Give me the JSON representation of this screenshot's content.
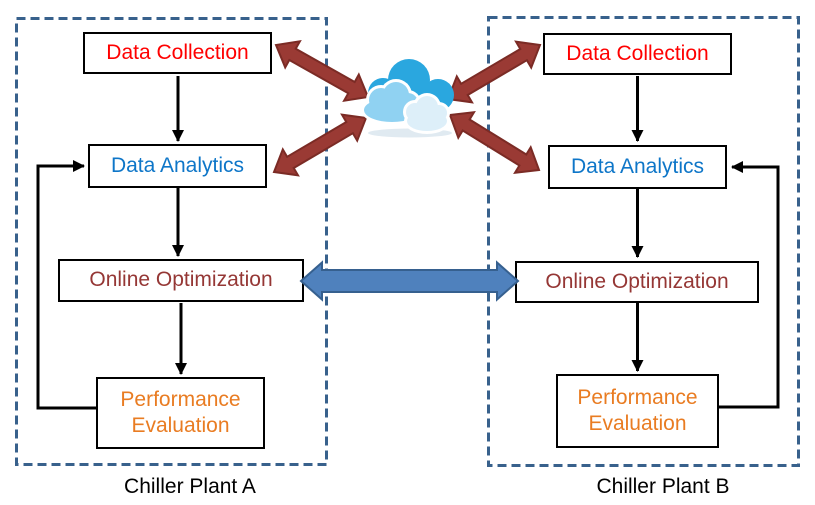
{
  "plant_a": {
    "label": "Chiller Plant A",
    "data_collection": "Data Collection",
    "data_analytics": "Data Analytics",
    "online_optimization": "Online Optimization",
    "performance_evaluation": "Performance Evaluation"
  },
  "plant_b": {
    "label": "Chiller Plant B",
    "data_collection": "Data Collection",
    "data_analytics": "Data Analytics",
    "online_optimization": "Online Optimization",
    "performance_evaluation": "Performance Evaluation"
  },
  "cloud": {
    "icon": "cloud-icon"
  },
  "colors": {
    "data_collection_text": "#FF0000",
    "data_analytics_text": "#0E76C8",
    "online_optimization_text": "#953735",
    "performance_evaluation_text": "#E97C22",
    "plant_label_text": "#000000",
    "plant_border_dashed": "#38618C",
    "cloud_sync_arrow": "#9A3A34",
    "cloud_sync_arrow_border": "#7B2B25",
    "plant_link_arrow": "#4F81BD",
    "plant_link_arrow_border": "#36608F",
    "flow_arrow": "#000000",
    "cloud_back": "#2AA7DF",
    "cloud_mid": "#90D2F2",
    "cloud_front": "#DDEFF9"
  }
}
